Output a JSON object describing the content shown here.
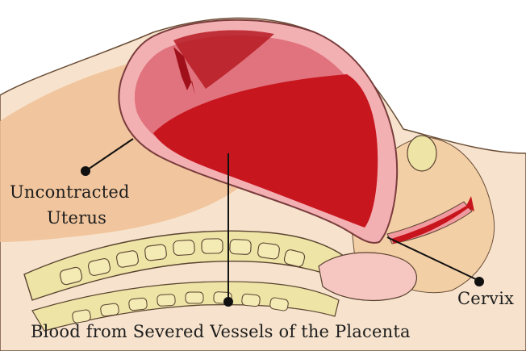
{
  "labels": {
    "uncontracted_line1": "Uncontracted",
    "uncontracted_line2": "Uterus",
    "cervix": "Cervix",
    "blood": "Blood from Severed  Vessels of the Placenta"
  },
  "colors": {
    "skin": "#f6ddc3",
    "tissue": "#f0be93",
    "uterine_wall": "#f3b0b3",
    "cavity": "#e2707a",
    "blood": "#c8141c",
    "bone": "#eee5a8",
    "outline": "#5a4330",
    "leader_line": "#111111"
  }
}
